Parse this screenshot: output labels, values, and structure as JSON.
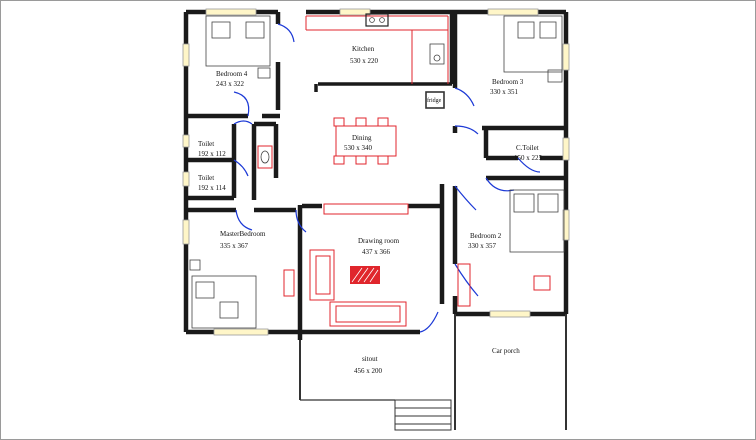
{
  "rooms": {
    "bedroom4": {
      "name": "Bedroom 4",
      "size": "243 x 322"
    },
    "kitchen": {
      "name": "Kitchen",
      "size": "530 x 220"
    },
    "bedroom3": {
      "name": "Bedroom 3",
      "size": "330 x 351"
    },
    "fridge": {
      "name": "fridge"
    },
    "dining": {
      "name": "Dining",
      "size": "530 x 340"
    },
    "toilet1": {
      "name": "Toilet",
      "size": "192 x 112"
    },
    "toilet2": {
      "name": "Toilet",
      "size": "192 x 114"
    },
    "ctoilet": {
      "name": "C.Toilet",
      "size": "150 x 225"
    },
    "masterbedroom": {
      "name": "MasterBedroom",
      "size": "335 x 367"
    },
    "drawing": {
      "name": "Drawing room",
      "size": "437 x 366"
    },
    "bedroom2": {
      "name": "Bedroom 2",
      "size": "330 x 357"
    },
    "sitout": {
      "name": "sitout",
      "size": "456 x 200"
    },
    "carporch": {
      "name": "Car porch"
    }
  },
  "colors": {
    "wall": "#1a1a1a",
    "furniture_red": "#e0262c",
    "door_blue": "#1c39d6",
    "window_yellow": "#fff6c8"
  }
}
